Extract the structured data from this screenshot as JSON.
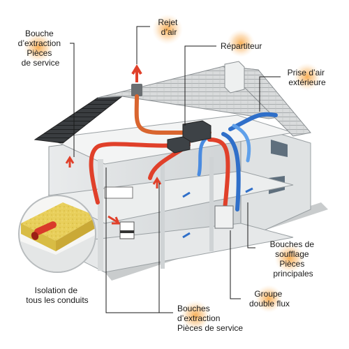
{
  "labels": {
    "bouche_extraction_top": [
      "Bouche",
      "d’extraction",
      "Pièces",
      "de service"
    ],
    "rejet_air": [
      "Rejet",
      "d’air"
    ],
    "repartiteur": [
      "Répartiteur"
    ],
    "prise_air": [
      "Prise d’air",
      "extérieure"
    ],
    "bouches_soufflage": [
      "Bouches de",
      "soufflage",
      "Pièces",
      "principales"
    ],
    "isolation": [
      "Isolation de",
      "tous les conduits"
    ],
    "groupe_double_flux": [
      "Groupe",
      "double flux"
    ],
    "bouches_extraction_bottom": [
      "Bouches",
      "d’extraction",
      "Pièces de service"
    ]
  },
  "colors": {
    "hot_duct": "#e0402a",
    "fresh_duct": "#2f6fc9",
    "callout_glow": "#f7a23a",
    "leader_line": "#1a1a1a"
  }
}
